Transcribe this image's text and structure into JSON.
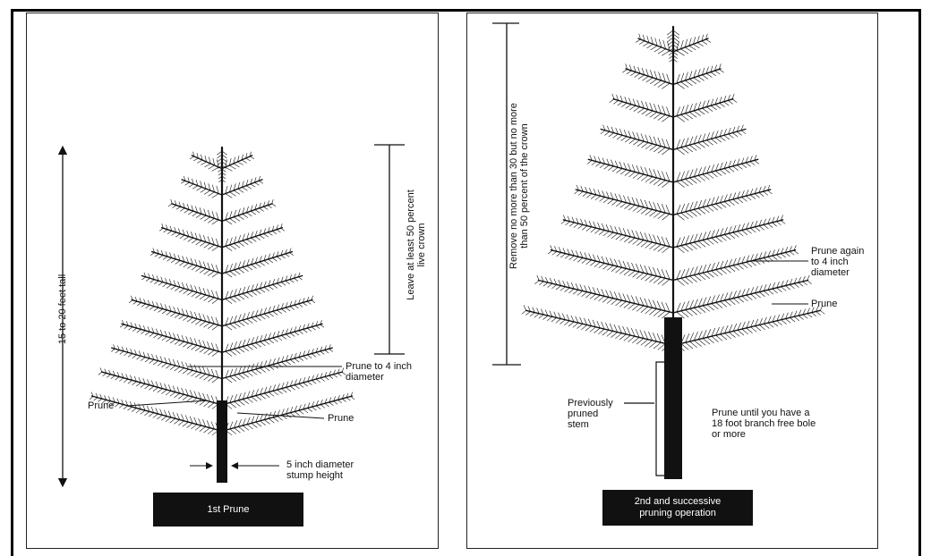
{
  "left_panel": {
    "caption": "1st Prune",
    "height_label": "15 to 20 feet tall",
    "crown_label": "Leave at least 50 percent\nlive crown",
    "prune_diameter_label": "Prune to 4 inch\ndiameter",
    "prune_left_label": "Prune",
    "prune_right_label": "Prune",
    "stump_label": "5 inch diameter\nstump height"
  },
  "right_panel": {
    "caption": "2nd and successive\npruning operation",
    "remove_label": "Remove no more than 30 but no more\nthan 50 percent of the crown",
    "prune_again_label": "Prune again\nto 4 inch\ndiameter",
    "prune_label": "Prune",
    "previously_pruned_label": "Previously\npruned\nstem",
    "bole_label": "Prune until you have a\n18 foot branch free bole\nor more"
  },
  "colors": {
    "ink": "#111111",
    "caption_bg": "#111111",
    "caption_text": "#ffffff"
  }
}
